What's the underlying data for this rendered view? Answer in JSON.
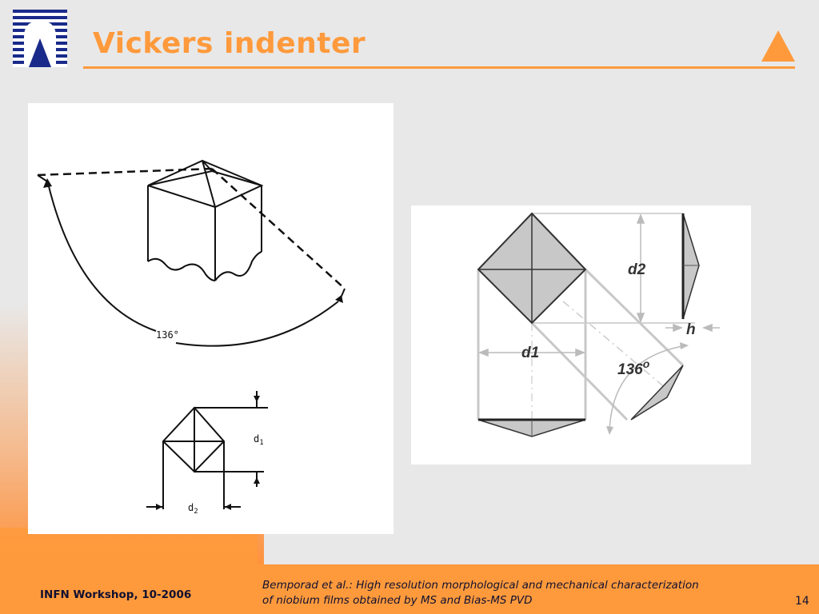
{
  "slide": {
    "title": "Vickers indenter",
    "page_number": "14",
    "colors": {
      "accent": "#ff9a3c",
      "logo_blue": "#1a2a8a",
      "text": "#101030"
    }
  },
  "logo": {
    "icon": "institution-logo"
  },
  "footer": {
    "event": "INFN Workshop, 10-2006",
    "citation_authors": "Bemporad et al.:",
    "citation_line1_rest": " High resolution morphological and mechanical characterization",
    "citation_line2": "of niobium films obtained by MS and Bias-MS PVD"
  },
  "figure_left": {
    "angle_label": "136°",
    "d1_main": "d",
    "d1_sub": "1",
    "d2_main": "d",
    "d2_sub": "2"
  },
  "figure_right": {
    "d2_label": "d2",
    "d1_label": "d1",
    "h_label": "h",
    "angle_label": "136",
    "degree_symbol": "o"
  }
}
